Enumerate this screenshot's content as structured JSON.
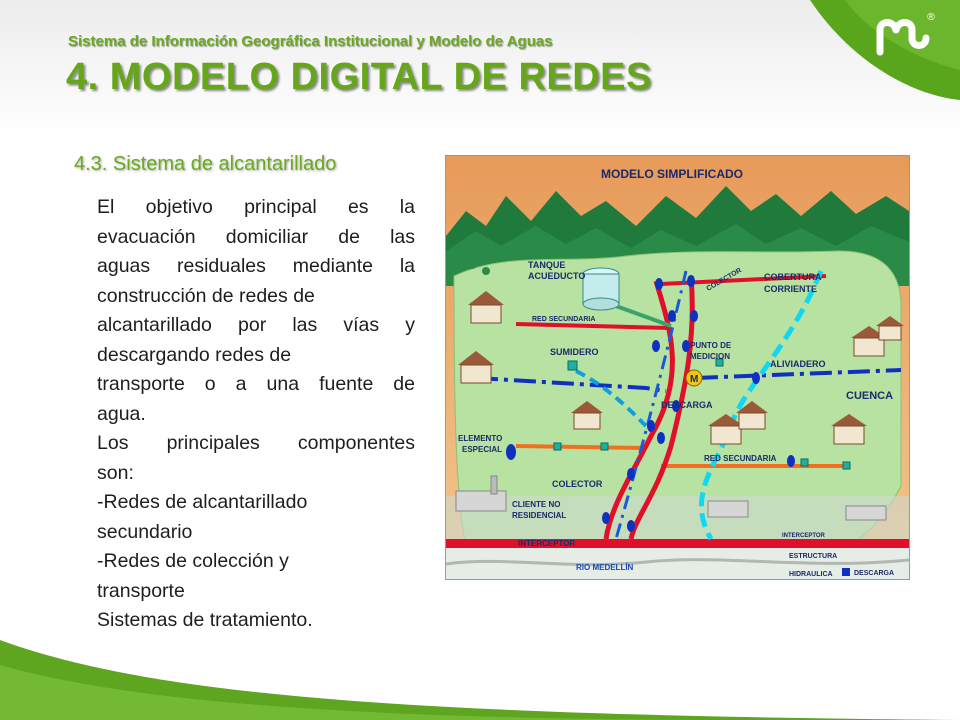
{
  "header": {
    "subtitle": "Sistema de Información Geográfica Institucional y Modelo de Aguas",
    "title": "4. MODELO DIGITAL DE REDES"
  },
  "logo": {
    "icon": "m-logo-icon",
    "mark": "®"
  },
  "section_heading": "4.3. Sistema de alcantarillado",
  "body_lines": [
    "El objetivo principal es la",
    "evacuación domiciliar de las",
    "aguas residuales mediante la",
    "construcción de  redes de",
    "alcantarillado por las vías y",
    "descargando redes de",
    "transporte o a una fuente de",
    "agua.",
    "Los principales componentes",
    "son:",
    "-Redes de alcantarillado",
    "secundario",
    "-Redes de colección y",
    "transporte",
    "Sistemas de tratamiento."
  ],
  "diagram": {
    "title": "MODELO SIMPLIFICADO",
    "labels": {
      "tanque": "TANQUE",
      "acueducto": "ACUEDUCTO",
      "red_secundaria_top": "RED SECUNDARIA",
      "colector_diag": "COLECTOR",
      "cobertura": "COBERTURA",
      "corriente": "CORRIENTE",
      "sumidero": "SUMIDERO",
      "punto_de": "PUNTO DE",
      "medicion": "MEDICION",
      "aliviadero": "ALIVIADERO",
      "m": "M",
      "cuenca": "CUENCA",
      "descarga": "DESCARGA",
      "elemento": "ELEMENTO",
      "especial": "ESPECIAL",
      "red_secundaria_bottom": "RED SECUNDARIA",
      "colector": "COLECTOR",
      "cliente_no": "CLIENTE NO",
      "residencial": "RESIDENCIAL",
      "interceptor": "INTERCEPTOR",
      "interceptor_small": "INTERCEPTOR",
      "estructura": "ESTRUCTURA",
      "hidraulica": "HIDRAULICA",
      "descarga_legend": "DESCARGA",
      "rio": "RIO MEDELLÍN"
    },
    "colors": {
      "sky_top": "#e8a865",
      "mountain": "#1f7a3c",
      "land": "#b7e2a2",
      "red_pipe": "#e0102a",
      "blue_pipe": "#1030c0",
      "cyan_stream": "#10d8f0",
      "orange_pipe": "#f07020",
      "label_navy": "#1a2a6a"
    }
  }
}
